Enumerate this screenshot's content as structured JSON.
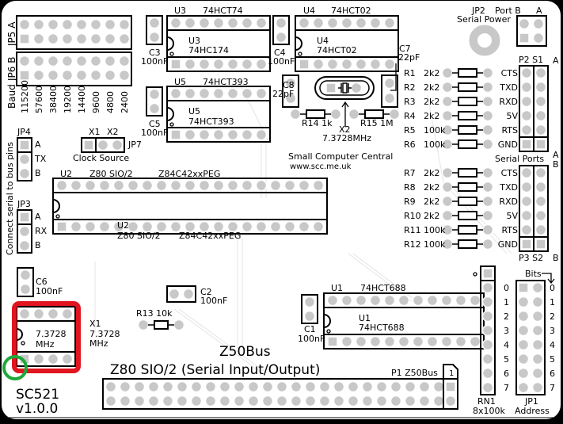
{
  "board": {
    "name": "SC521",
    "version": "v1.0.0",
    "title_line1": "Z50Bus",
    "title_line2": "Z80 SIO/2 (Serial Input/Output)",
    "maker": "Small Computer Central",
    "website": "www.scc.me.uk",
    "colors": {
      "background": "#ffffff",
      "silkscreen": "#000000",
      "pad": "#c8c8c8",
      "highlight_box": "#e0151f",
      "highlight_circle": "#1fa83a"
    }
  },
  "baud_header": {
    "label_a": "JP5  A",
    "label_b": "JP6  B",
    "side_label": "Baud",
    "rates": [
      "115200",
      "57600",
      "38400",
      "19200",
      "14400",
      "9600",
      "4800",
      "2400"
    ]
  },
  "chips": {
    "u3": {
      "ref": "U3",
      "part": "74HCT74",
      "body_ref": "U3",
      "body_part": "74HC174"
    },
    "u5": {
      "ref": "U5",
      "part": "74HCT393",
      "body_ref": "U5",
      "body_part": "74HCT393"
    },
    "u4": {
      "ref": "U4",
      "part": "74HCT02",
      "body_ref": "U4",
      "body_part": "74HCT02"
    },
    "u2": {
      "ref": "U2",
      "part": "Z80 SIO/2",
      "alt": "Z84C42xxPEG",
      "body_ref": "U2",
      "body_part": "Z80 SIO/2",
      "body_alt": "Z84C42xxPEG"
    },
    "u1": {
      "ref": "U1",
      "part": "74HCT688",
      "body_ref": "U1",
      "body_part": "74HCT688"
    },
    "x1": {
      "ref": "X1",
      "value": "7.3728",
      "unit": "MHz",
      "body_value": "7.3728",
      "body_unit": "MHz"
    }
  },
  "capacitors": {
    "c3": {
      "ref": "C3",
      "value": "100nF"
    },
    "c4": {
      "ref": "C4",
      "value": "100nF"
    },
    "c5": {
      "ref": "C5",
      "value": "100nF"
    },
    "c6": {
      "ref": "C6",
      "value": "100nF"
    },
    "c2": {
      "ref": "C2",
      "value": "100nF"
    },
    "c1": {
      "ref": "C1",
      "value": "100nF"
    },
    "c7": {
      "ref": "C7",
      "value": "22pF"
    },
    "c8": {
      "ref": "C8",
      "value": "22pF"
    }
  },
  "crystal": {
    "ref": "X2",
    "value": "7.3728MHz"
  },
  "resistors_misc": {
    "r14": "R14   1k",
    "r15": "R15  1M",
    "r13": "R13  10k"
  },
  "serial_power": {
    "ref": "JP2",
    "port_b": "Port B",
    "port_a": "A",
    "label": "Serial Power"
  },
  "serial_ports": {
    "label": "Serial Ports",
    "port_a_top": "P2 S1",
    "port_b_bottom": "P3 S2",
    "side_a": "A",
    "side_b": "B",
    "a_resistors": [
      {
        "ref": "R1",
        "value": "2k2",
        "signal": "CTS"
      },
      {
        "ref": "R2",
        "value": "2k2",
        "signal": "TXD"
      },
      {
        "ref": "R3",
        "value": "2k2",
        "signal": "RXD"
      },
      {
        "ref": "R4",
        "value": "2k2",
        "signal": "5V"
      },
      {
        "ref": "R5",
        "value": "100k",
        "signal": "RTS"
      },
      {
        "ref": "R6",
        "value": "100k",
        "signal": "GND"
      }
    ],
    "b_resistors": [
      {
        "ref": "R7",
        "value": "2k2",
        "signal": "CTS"
      },
      {
        "ref": "R8",
        "value": "2k2",
        "signal": "TXD"
      },
      {
        "ref": "R9",
        "value": "2k2",
        "signal": "RXD"
      },
      {
        "ref": "R10",
        "value": "2k2",
        "signal": "5V"
      },
      {
        "ref": "R11",
        "value": "100k",
        "signal": "RTS"
      },
      {
        "ref": "R12",
        "value": "100k",
        "signal": "GND"
      }
    ]
  },
  "bus_pins": {
    "side_label": "Connect serial to bus pins",
    "jp4": {
      "ref": "JP4",
      "pins": [
        "A",
        "TX",
        "B"
      ]
    },
    "jp3": {
      "ref": "JP3",
      "pins": [
        "A",
        "RX",
        "B"
      ]
    }
  },
  "clock_source": {
    "x1": "X1",
    "x2": "X2",
    "ref": "JP7",
    "label": "Clock Source"
  },
  "address": {
    "rn1_ref": "RN1",
    "rn1_value": "8x100k",
    "jp1_ref": "JP1",
    "jp1_label": "Address",
    "bits_label": "Bits",
    "bits": [
      "0",
      "1",
      "2",
      "3",
      "4",
      "5",
      "6",
      "7"
    ]
  },
  "bus_connector": {
    "ref": "P1  Z50Bus",
    "pin1": "1"
  }
}
